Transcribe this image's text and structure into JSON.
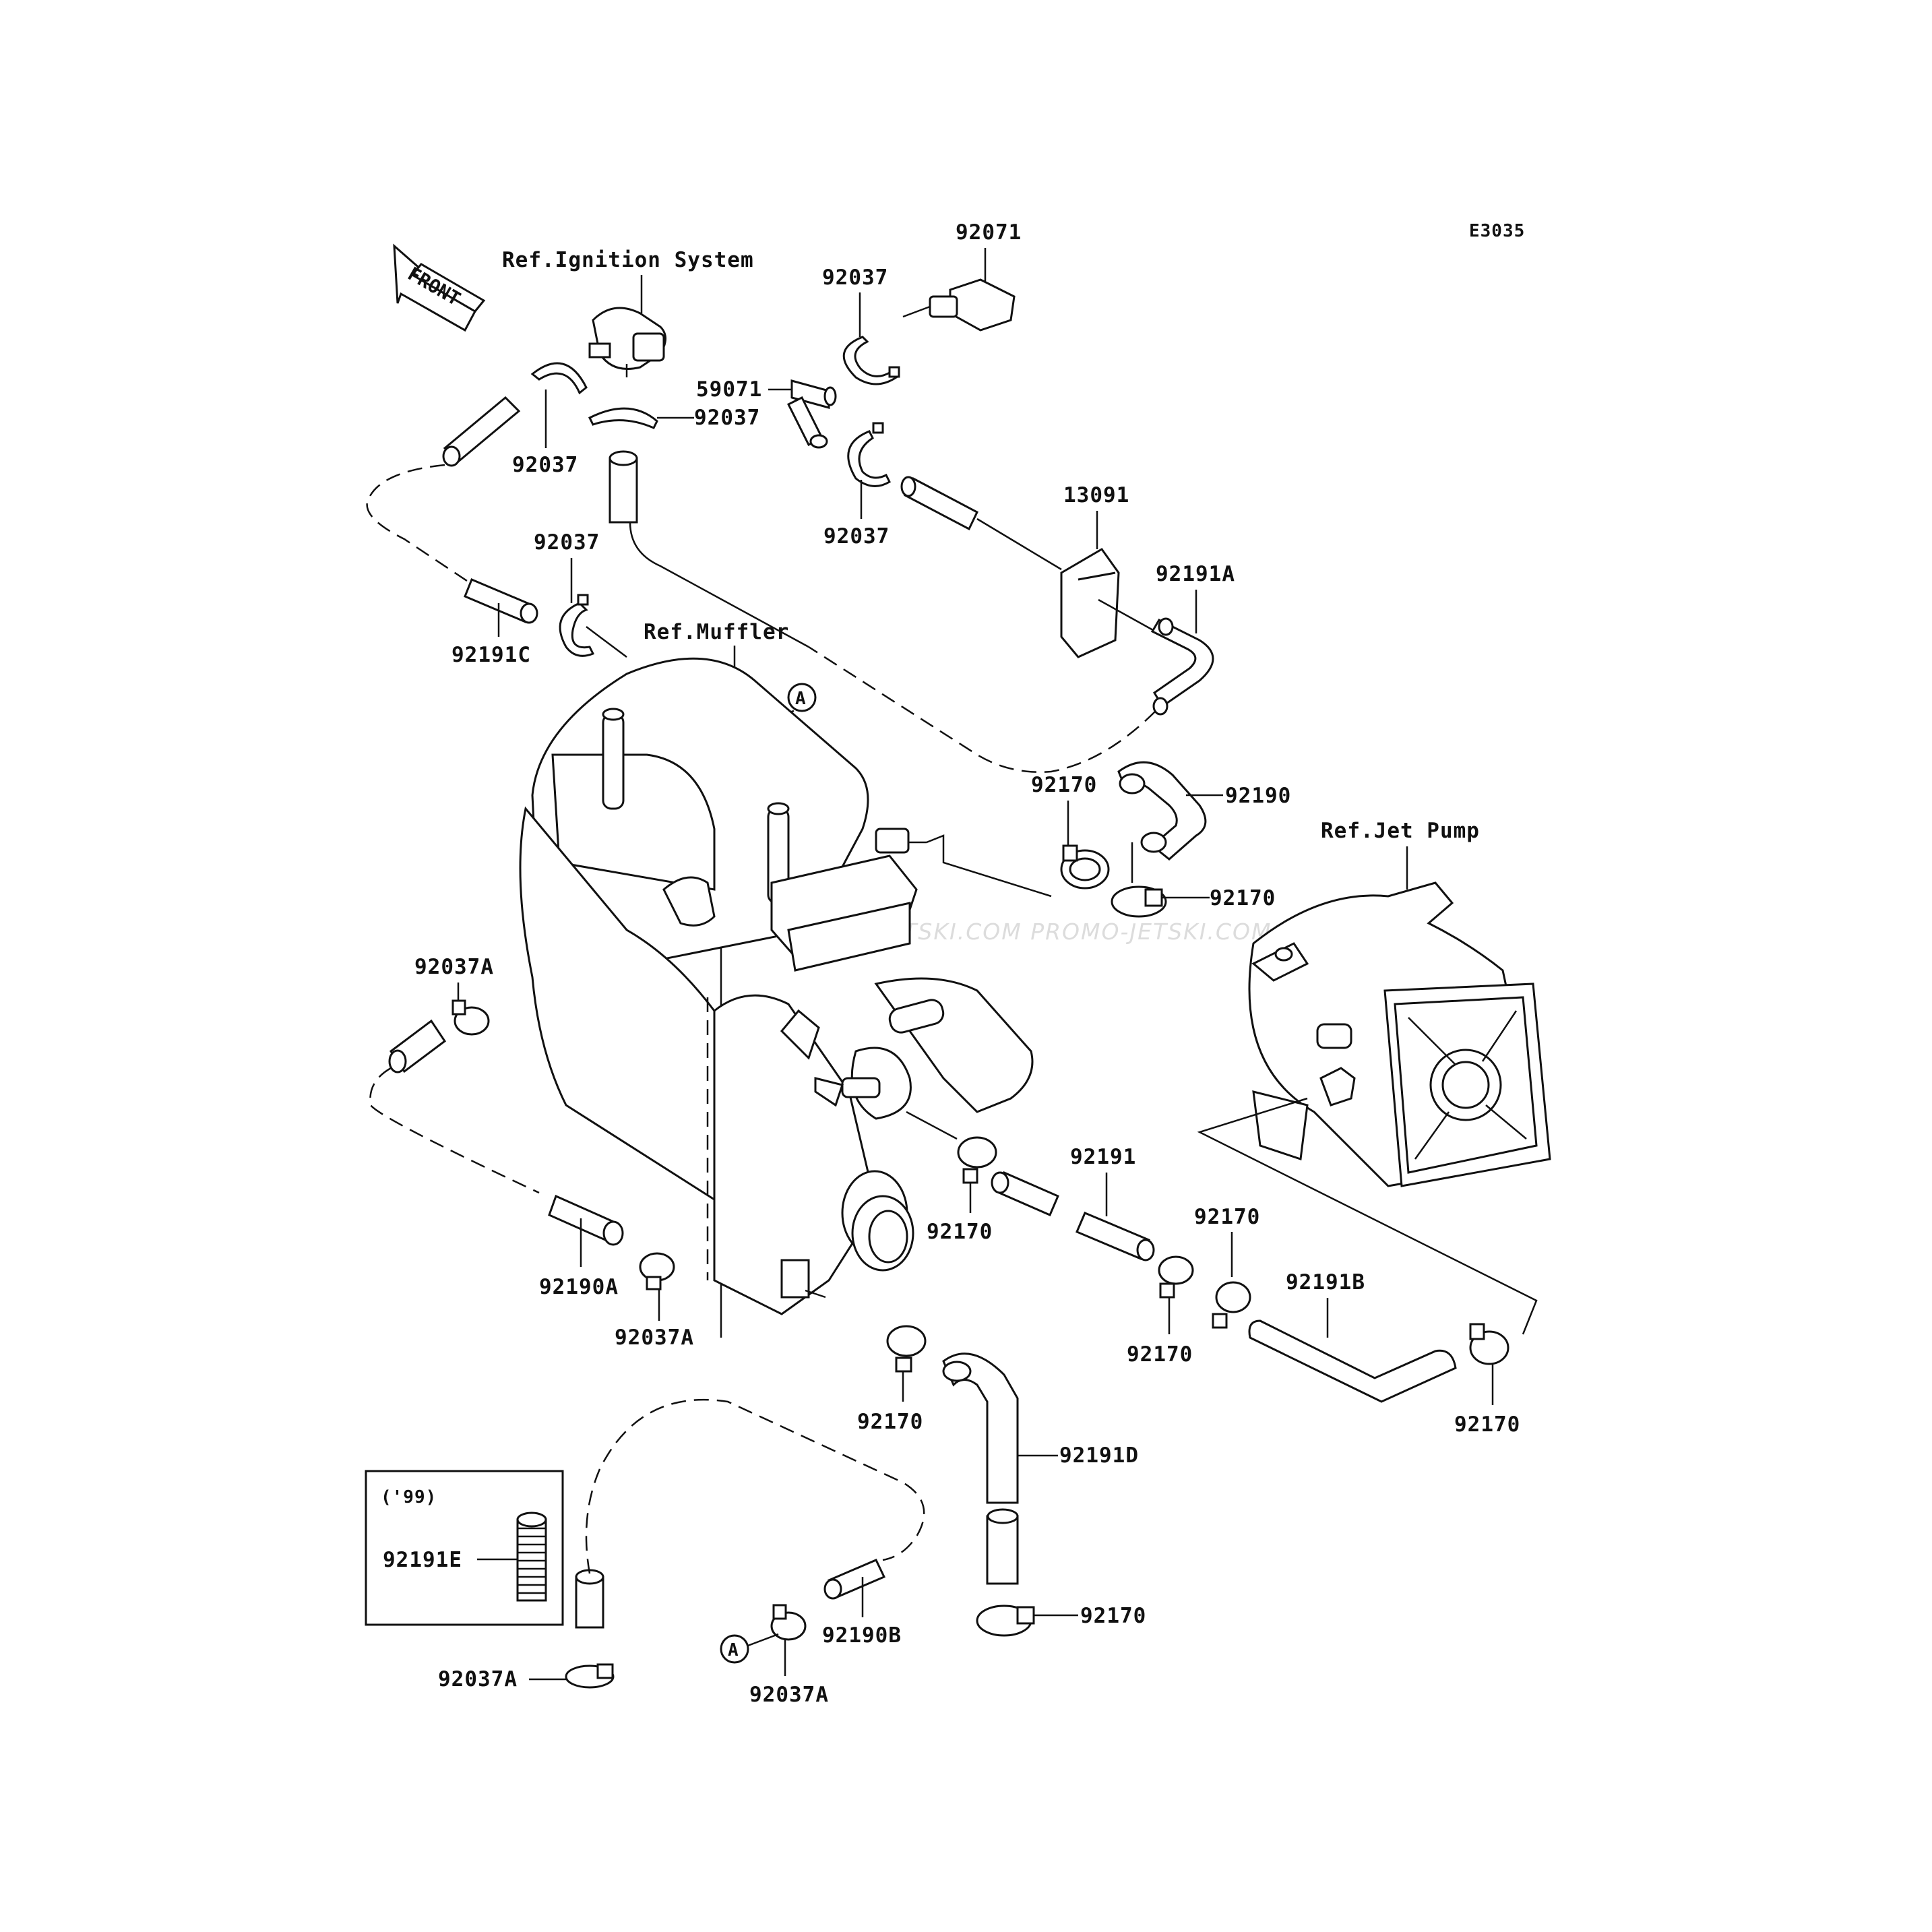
{
  "diagram": {
    "code": "E3035",
    "front_arrow": "FRONT",
    "watermark": "JETSKI.COM  PROMO-JETSKI.COM  PROMO-JETSKI.COM",
    "references": {
      "ignition": "Ref.Ignition System",
      "muffler": "Ref.Muffler",
      "jet_pump": "Ref.Jet Pump"
    },
    "inset": {
      "year": "('99)",
      "part": "92191E"
    },
    "callout_letter": "A",
    "labels": {
      "p92071": "92071",
      "p92037_top": "92037",
      "p59071": "59071",
      "p92037_ign_clamp": "92037",
      "p92037_left": "92037",
      "p92037_right": "92037",
      "p13091": "13091",
      "p92037_mid": "92037",
      "p92191A": "92191A",
      "p92191C": "92191C",
      "p92170_top": "92170",
      "p92190": "92190",
      "p92170_top2": "92170",
      "p92037A_left": "92037A",
      "p92191": "92191",
      "p92170_mid": "92170",
      "p92170_r1": "92170",
      "p92191B": "92191B",
      "p92170_r2": "92170",
      "p92190A": "92190A",
      "p92037A_mid": "92037A",
      "p92170_lower": "92170",
      "p92170_far": "92170",
      "p92191D": "92191D",
      "p92170_bottom": "92170",
      "p92190B": "92190B",
      "p92037A_bl": "92037A",
      "p92037A_bc": "92037A"
    }
  }
}
